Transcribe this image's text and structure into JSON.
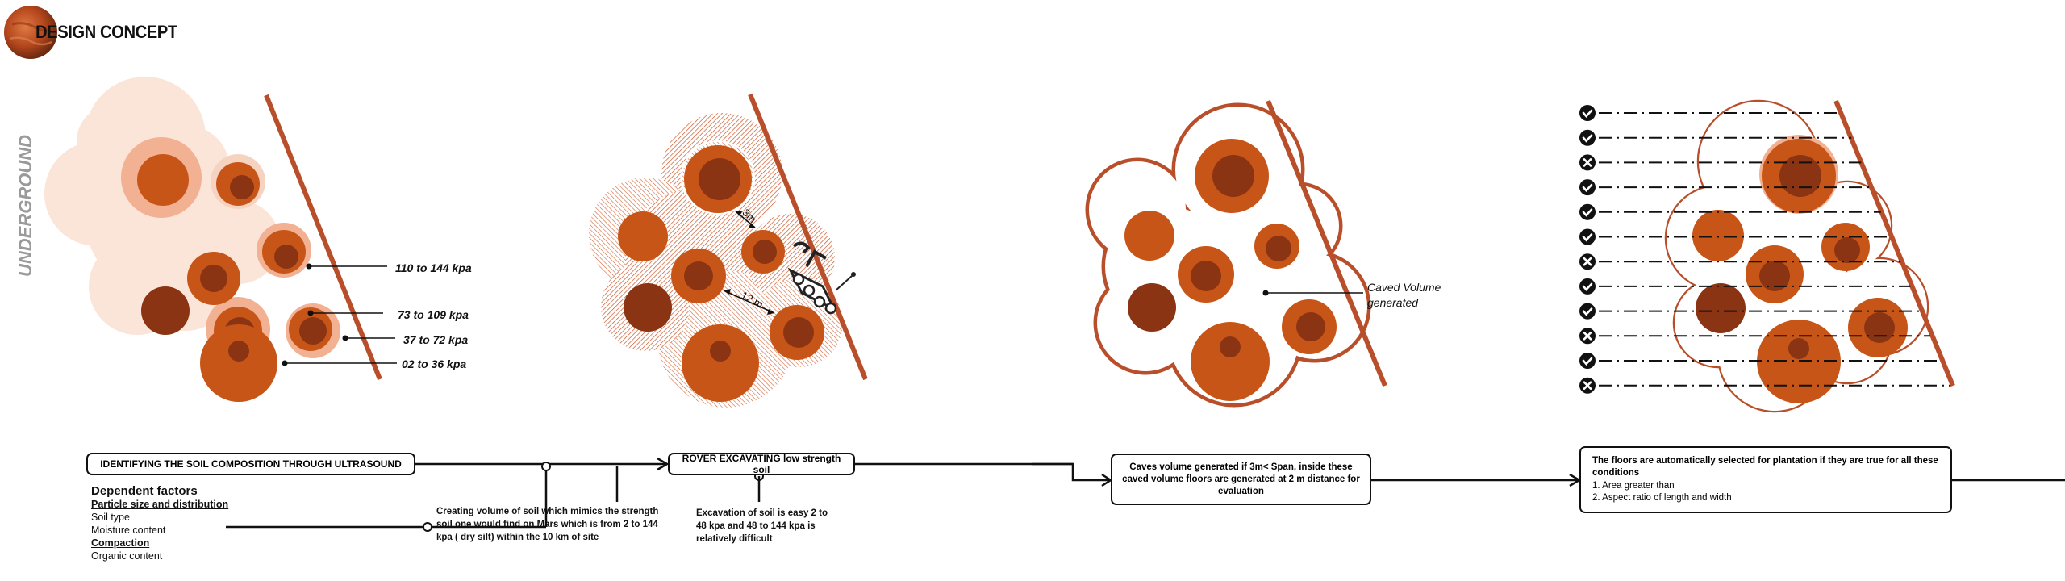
{
  "header": {
    "title": "DESIGN CONCEPT",
    "side_label": "UNDERGROUND"
  },
  "panel1": {
    "labels": [
      "110 to 144 kpa",
      "73 to 109 kpa",
      "37 to 72 kpa",
      "02 to 36 kpa"
    ]
  },
  "panel2": {
    "dim_small": "3m",
    "dim_large": "12 m"
  },
  "panel3": {
    "label_line1": "Caved Volume",
    "label_line2": "generated"
  },
  "panel4": {
    "checks": [
      "check",
      "check",
      "cross",
      "check",
      "check",
      "check",
      "cross",
      "check",
      "check",
      "cross",
      "check",
      "cross"
    ]
  },
  "flow": {
    "step1": "IDENTIFYING THE SOIL COMPOSITION THROUGH ULTRASOUND",
    "step2": "ROVER EXCAVATING low strength soil",
    "step3_line1": "Caves volume generated  if 3m< Span, inside these",
    "step3_line2": "caved volume floors are generated at 2 m distance for",
    "step3_line3": "evaluation",
    "step4_line1": "The floors are automatically  selected for plantation  if they are true for all these",
    "step4_line2": "conditions",
    "step4_item1": "1. Area greater than",
    "step4_item2": "2. Aspect ratio of length and width",
    "note1_line1": "Creating volume of soil which mimics the strength",
    "note1_line2": "soil one would find on Mars which is from 2 to 144",
    "note1_line3": "kpa ( dry silt) within the 10 km of site",
    "note2_line1": "Excavation of soil is easy 2 to",
    "note2_line2": "48 kpa and 48 to 144 kpa is",
    "note2_line3": "relatively  difficult"
  },
  "factors": {
    "heading": "Dependent factors",
    "group1": "Particle size and distribution",
    "item1": "Soil type",
    "item2": "Moisture content",
    "group2": "Compaction",
    "item3": "Organic content"
  },
  "colors": {
    "rust": "#b84f2a",
    "orange": "#c85518",
    "dark": "#8a3414",
    "halo": "#f6d3c0",
    "halo2": "#f1b192",
    "halo3": "#fbe4d8"
  }
}
